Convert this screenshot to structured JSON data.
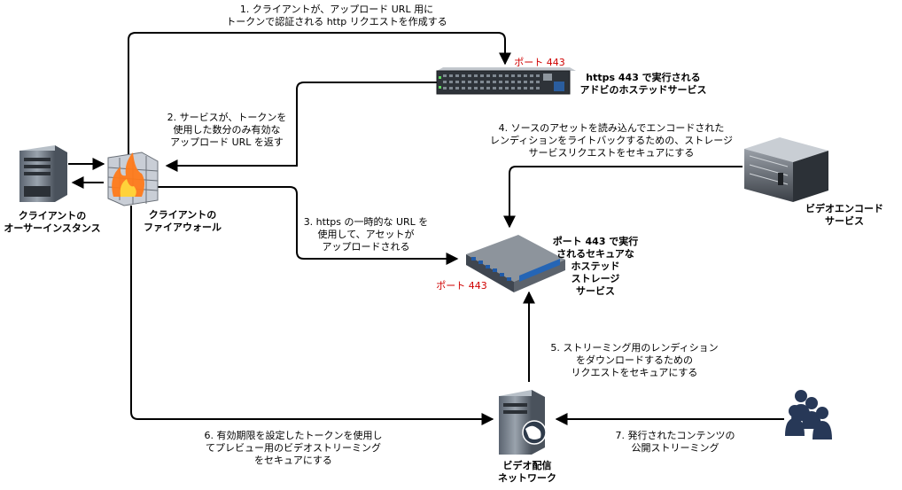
{
  "steps": {
    "s1": {
      "lines": [
        "1. クライアントが、アップロード URL 用に",
        "トークンで認証される http リクエストを作成する"
      ]
    },
    "s2": {
      "lines": [
        "2. サービスが、トークンを",
        "使用した数分のみ有効な",
        "アップロード URL を返す"
      ]
    },
    "s3": {
      "lines": [
        "3. https の一時的な URL を",
        "使用して、アセットが",
        "アップロードされる"
      ]
    },
    "s4": {
      "lines": [
        "4. ソースのアセットを読み込んでエンコードされた",
        "レンディションをライトバックするための、ストレージ",
        "サービスリクエストをセキュアにする"
      ]
    },
    "s5": {
      "lines": [
        "5. ストリーミング用のレンディション",
        "をダウンロードするための",
        "リクエストをセキュアにする"
      ]
    },
    "s6": {
      "lines": [
        "6. 有効期限を設定したトークンを使用し",
        "てプレビュー用のビデオストリーミング",
        "をセキュアにする"
      ]
    },
    "s7": {
      "lines": [
        "7. 発行されたコンテンツの",
        "公開ストリーミング"
      ]
    }
  },
  "nodes": {
    "client": {
      "lines": [
        "クライアントの",
        "オーサーインスタンス"
      ]
    },
    "firewall": {
      "lines": [
        "クライアントの",
        "ファイアウォール"
      ]
    },
    "hosted": {
      "lines": [
        "https 443 で実行される",
        "アドビのホステッドサービス"
      ]
    },
    "storage": {
      "lines": [
        "ポート 443 で実行",
        "されるセキュアな",
        "ホステッド",
        "ストレージ",
        "サービス"
      ]
    },
    "encode": {
      "lines": [
        "ビデオエンコード",
        "サービス"
      ]
    },
    "cdn": {
      "lines": [
        "ビデオ配信",
        "ネットワーク"
      ]
    }
  },
  "ports": {
    "hosted": "ポート 443",
    "storage": "ポート 443"
  },
  "colors": {
    "port_label": "#d00000",
    "arrow": "#000000"
  }
}
